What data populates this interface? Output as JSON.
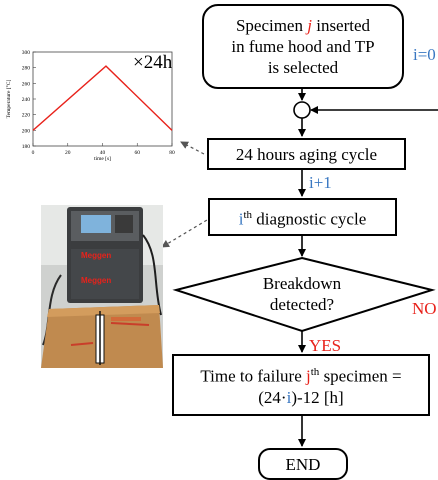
{
  "flowchart": {
    "start_box": {
      "line1_pre": "Specimen ",
      "line1_var": "j",
      "line1_post": " inserted",
      "line2": "in fume hood and TP",
      "line3": "is selected"
    },
    "init_label": "i=0",
    "aging_box": "24 hours aging cycle",
    "increment_label": "i+1",
    "diag_box": {
      "base": "i",
      "sup": "th",
      "rest": " diagnostic cycle"
    },
    "decision": {
      "line1": "Breakdown",
      "line2": "detected?"
    },
    "no_label": "NO",
    "yes_label": "YES",
    "result_box": {
      "l1_pre": "Time to failure ",
      "l1_var": "j",
      "l1_sup": "th",
      "l1_post": " specimen =",
      "l2_pre": "(24·",
      "l2_var": "i",
      "l2_post": ")-12 [h]"
    },
    "end_box": "END",
    "multiplier": "×24h"
  },
  "chart_data": {
    "type": "line",
    "x": [
      0,
      42,
      80
    ],
    "series": [
      {
        "values": [
          200,
          282,
          200
        ]
      }
    ],
    "xlabel": "time [s]",
    "ylabel": "Temperature [°C]",
    "xticks": [
      "0",
      "20",
      "40",
      "60",
      "80"
    ],
    "yticks": [
      "180",
      "200",
      "220",
      "240",
      "260",
      "280",
      "300"
    ],
    "xlim": [
      0,
      80
    ],
    "ylim": [
      180,
      300
    ],
    "line_color": "#e8221b"
  },
  "photo": {
    "brand": "Meggen"
  },
  "colors": {
    "red": "#e8221b",
    "blue": "#3a78c2"
  }
}
